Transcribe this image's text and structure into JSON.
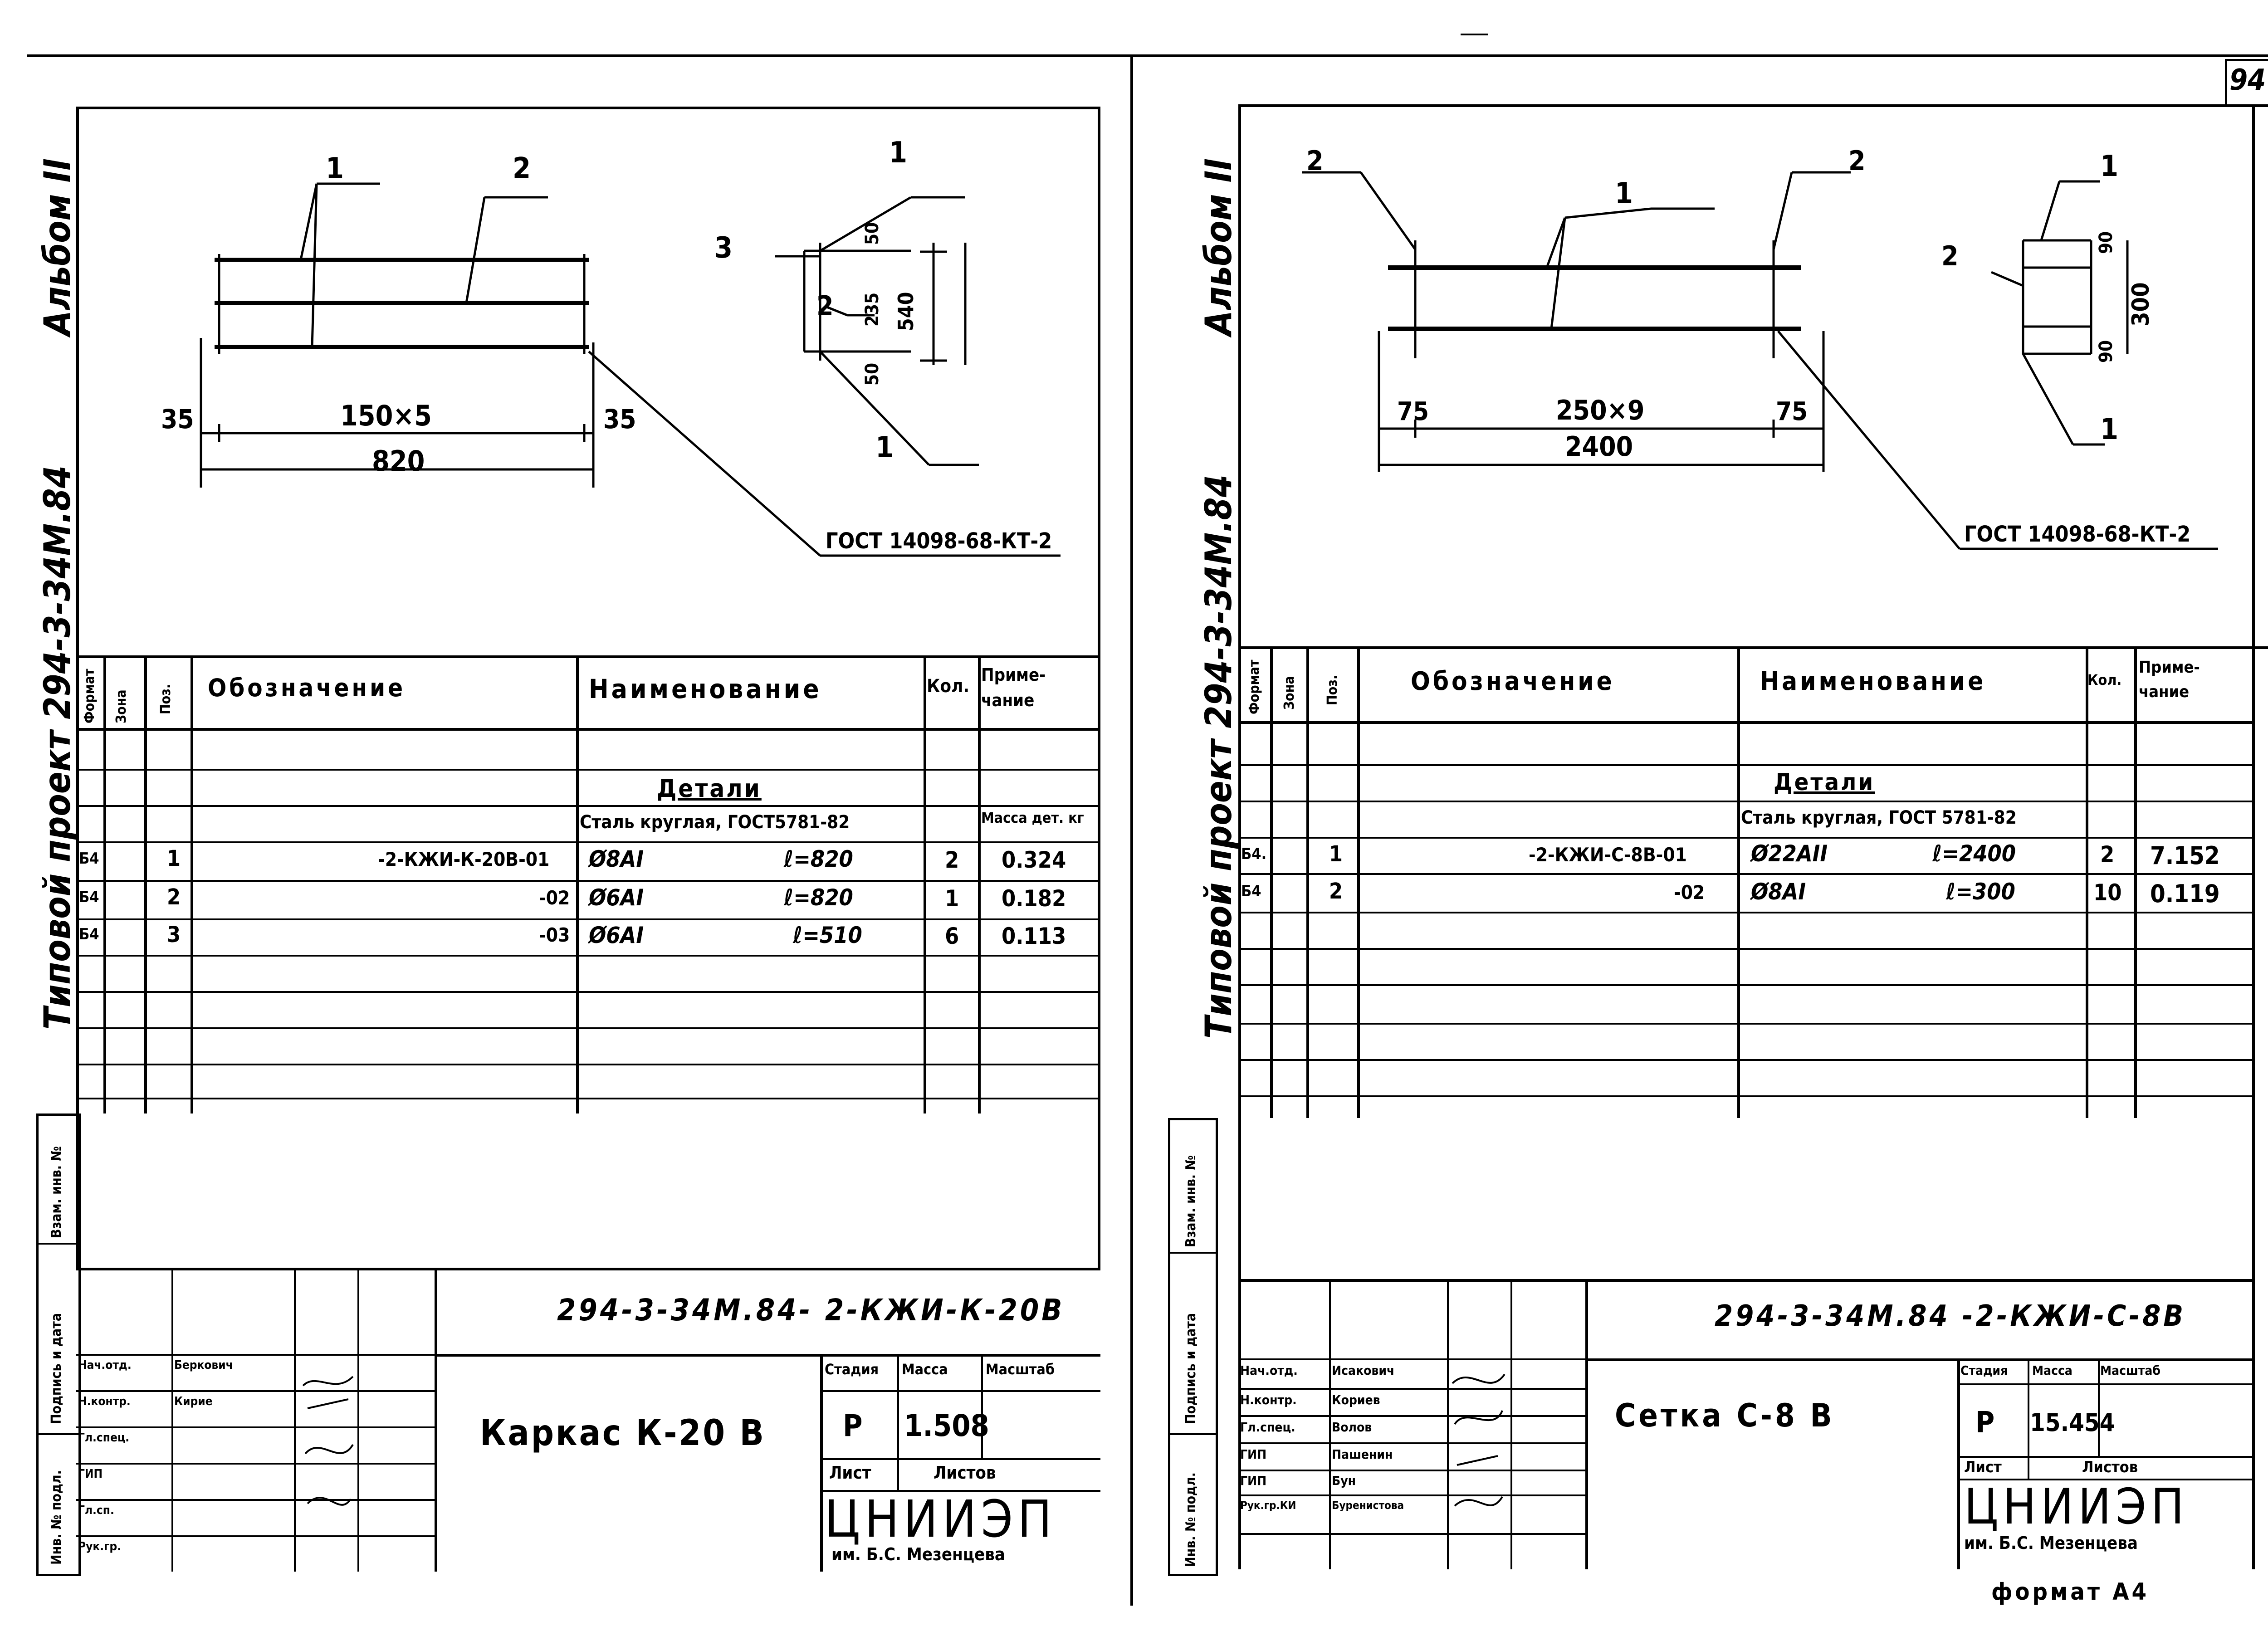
{
  "page_number": "94",
  "format_label": "формат А4",
  "sheets": [
    {
      "album": "Альбом II",
      "project": "Типовой проект 294-3-34М.84",
      "drawing": {
        "callouts": [
          "1",
          "2",
          "1",
          "3",
          "2",
          "1"
        ],
        "dim_left": "35",
        "dim_mid": "150×5",
        "dim_right": "35",
        "dim_total": "820",
        "section_dims": [
          "50",
          "235",
          "540",
          "50"
        ],
        "gost_label": "ГОСТ 14098-68-КТ-2"
      },
      "table": {
        "headers": [
          "Формат",
          "Зона",
          "Поз.",
          "Обозначение",
          "Наименование",
          "Кол.",
          "Приме-чание"
        ],
        "section_title": "Детали",
        "material": "Сталь круглая, ГОСТ5781-82",
        "note_header": "Масса дет. кг",
        "rows": [
          {
            "format": "Б4",
            "pos": "1",
            "designation": "-2-КЖИ-К-20В-01",
            "name": "Ø8АI",
            "length": "ℓ=820",
            "qty": "2",
            "note": "0.324"
          },
          {
            "format": "Б4",
            "pos": "2",
            "designation": "-02",
            "name": "Ø6АI",
            "length": "ℓ=820",
            "qty": "1",
            "note": "0.182"
          },
          {
            "format": "Б4",
            "pos": "3",
            "designation": "-03",
            "name": "Ø6АI",
            "length": "ℓ=510",
            "qty": "6",
            "note": "0.113"
          }
        ]
      },
      "side_labels": [
        "Взам. инв. №",
        "Подпись и дата",
        "Инв. № подл."
      ],
      "title_block": {
        "code": "294-3-34М.84- 2-КЖИ-К-20В",
        "roles": [
          "Нач.отд.",
          "Н.контр.",
          "Гл.спец.",
          "ГИП",
          "Гл.сп.",
          "Рук.гр."
        ],
        "names": [
          "Беркович",
          "Кирие",
          "",
          "",
          "",
          ""
        ],
        "name": "Каркас К-20 В",
        "stage_label": "Стадия",
        "mass_label": "Масса",
        "scale_label": "Масштаб",
        "stage": "Р",
        "mass": "1.508",
        "sheet_label": "Лист",
        "sheets_label": "Листов",
        "org": "ЦНИИЭП",
        "org_sub": "им. Б.С. Мезенцева"
      }
    },
    {
      "album": "Альбом II",
      "project": "Типовой проект 294-3-34М.84",
      "drawing": {
        "callouts": [
          "2",
          "1",
          "2",
          "1",
          "2",
          "1"
        ],
        "dim_left": "75",
        "dim_mid": "250×9",
        "dim_right": "75",
        "dim_total": "2400",
        "section_dims": [
          "90",
          "300",
          "90"
        ],
        "gost_label": "ГОСТ 14098-68-КТ-2"
      },
      "table": {
        "headers": [
          "Формат",
          "Зона",
          "Поз.",
          "Обозначение",
          "Наименование",
          "Кол.",
          "Приме-чание"
        ],
        "section_title": "Детали",
        "material": "Сталь круглая, ГОСТ 5781-82",
        "rows": [
          {
            "format": "Б4.",
            "pos": "1",
            "designation": "-2-КЖИ-С-8В-01",
            "name": "Ø22АII",
            "length": "ℓ=2400",
            "qty": "2",
            "note": "7.152"
          },
          {
            "format": "Б4",
            "pos": "2",
            "designation": "-02",
            "name": "Ø8АI",
            "length": "ℓ=300",
            "qty": "10",
            "note": "0.119"
          }
        ]
      },
      "side_labels": [
        "Взам. инв. №",
        "Подпись и дата",
        "Инв. № подл."
      ],
      "title_block": {
        "code": "294-3-34М.84 -2-КЖИ-С-8В",
        "roles": [
          "Нач.отд.",
          "Н.контр.",
          "Гл.спец.",
          "ГИП",
          "ГИП",
          "Рук.гр.КИ"
        ],
        "names": [
          "Исакович",
          "Кориев",
          "Волов",
          "Пашенин",
          "Бун",
          "Буренистова"
        ],
        "name": "Сетка С-8 В",
        "stage_label": "Стадия",
        "mass_label": "Масса",
        "scale_label": "Масштаб",
        "stage": "Р",
        "mass": "15.454",
        "sheet_label": "Лист",
        "sheets_label": "Листов",
        "org": "ЦНИИЭП",
        "org_sub": "им. Б.С. Мезенцева"
      }
    }
  ]
}
